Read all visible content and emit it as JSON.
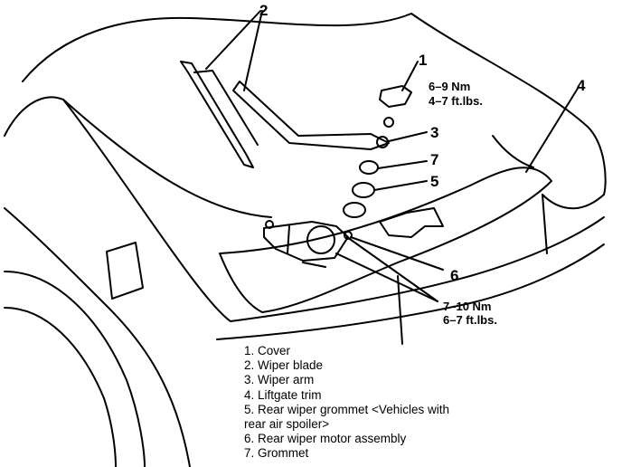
{
  "callouts": {
    "c1": "1",
    "c2": "2",
    "c3": "3",
    "c4": "4",
    "c5": "5",
    "c6": "6",
    "c7": "7"
  },
  "torque_specs": {
    "cover": {
      "nm": "6–9 Nm",
      "ftlbs": "4–7 ft.lbs."
    },
    "motor": {
      "nm": "7–10 Nm",
      "ftlbs": "6–7 ft.lbs."
    }
  },
  "legend": {
    "items": [
      "1. Cover",
      "2. Wiper blade",
      "3. Wiper arm",
      "4. Liftgate trim",
      "5. Rear wiper grommet  <Vehicles with",
      "rear air spoiler>",
      "6. Rear wiper motor assembly",
      "7. Grommet"
    ]
  }
}
